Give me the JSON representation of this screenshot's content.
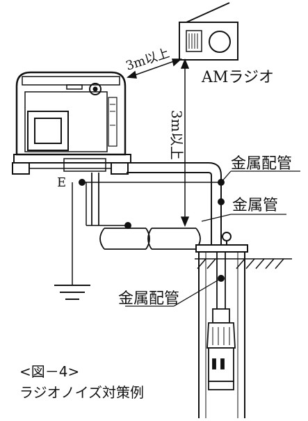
{
  "labels": {
    "distance_diagonal": "3m以上",
    "radio": "AMラジオ",
    "distance_vertical": "3m以上",
    "metal_pipe_upper": "金属配管",
    "metal_tube": "金属管",
    "metal_pipe_lower": "金属配管",
    "earth": "E"
  },
  "caption": {
    "figure_number": "<図－4>",
    "title": "ラジオノイズ対策例"
  }
}
